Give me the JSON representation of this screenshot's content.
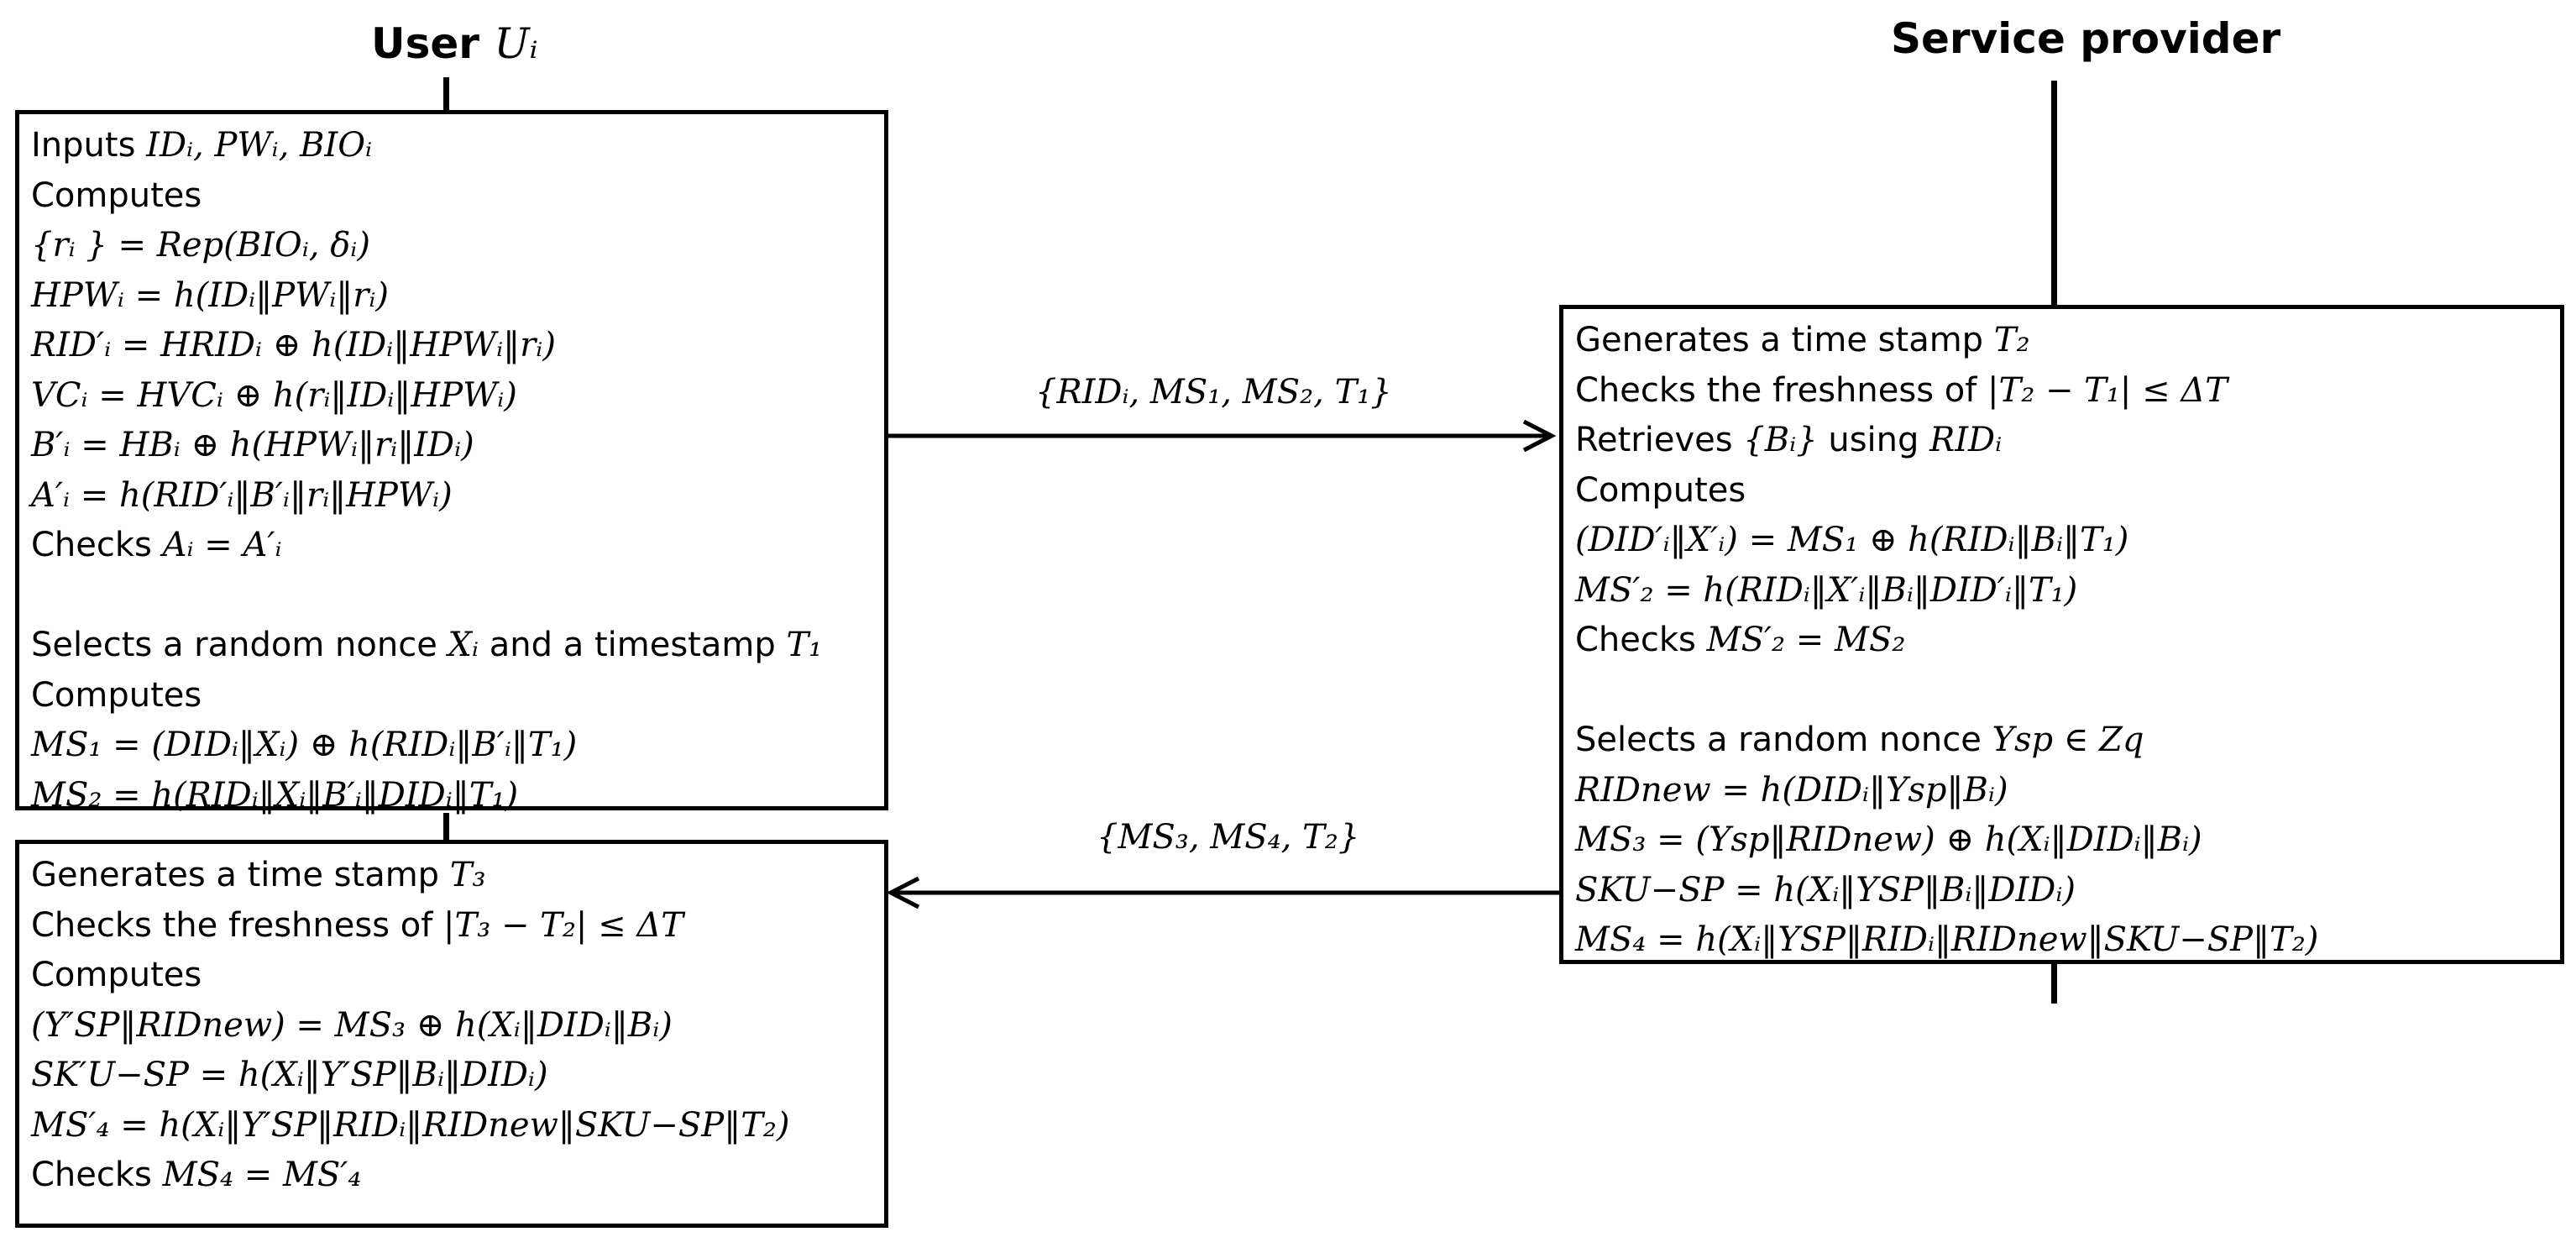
{
  "header": {
    "user_label": "User",
    "user_symbol": "Uᵢ",
    "provider_label": "Service provider"
  },
  "user_login_box": {
    "lines": [
      {
        "text": "Inputs ",
        "math": "IDᵢ, PWᵢ, BIOᵢ"
      },
      {
        "text": "Computes",
        "math": ""
      },
      {
        "text": "",
        "math": "{rᵢ } = Rep(BIOᵢ, δᵢ)"
      },
      {
        "text": "",
        "math": "HPWᵢ = h(IDᵢ‖PWᵢ‖rᵢ)"
      },
      {
        "text": "",
        "math": "RID′ᵢ = HRIDᵢ ⊕ h(IDᵢ‖HPWᵢ‖rᵢ)"
      },
      {
        "text": "",
        "math": "VCᵢ = HVCᵢ ⊕ h(rᵢ‖IDᵢ‖HPWᵢ)"
      },
      {
        "text": "",
        "math": "B′ᵢ = HBᵢ ⊕ h(HPWᵢ‖rᵢ‖IDᵢ)"
      },
      {
        "text": "",
        "math": "A′ᵢ = h(RID′ᵢ‖B′ᵢ‖rᵢ‖HPWᵢ)"
      },
      {
        "text": "Checks ",
        "math": "Aᵢ = A′ᵢ"
      }
    ],
    "lines2": [
      {
        "text": "Selects a random nonce ",
        "math": "Xᵢ",
        "text2": " and a timestamp ",
        "math2": "T₁"
      },
      {
        "text": "Computes",
        "math": "",
        "text2": "",
        "math2": ""
      },
      {
        "text": "",
        "math": "MS₁ = (DIDᵢ‖Xᵢ) ⊕ h(RIDᵢ‖B′ᵢ‖T₁)",
        "text2": "",
        "math2": ""
      },
      {
        "text": "",
        "math": "MS₂ = h(RIDᵢ‖Xᵢ‖B′ᵢ‖DIDᵢ‖T₁)",
        "text2": "",
        "math2": ""
      }
    ]
  },
  "user_verify_box": {
    "lines": [
      {
        "text": "Generates a time stamp ",
        "math": "T₃"
      },
      {
        "text": "Checks the freshness of ",
        "math": "|T₃ − T₂| ≤ ΔT"
      },
      {
        "text": "Computes",
        "math": ""
      },
      {
        "text": "",
        "math": "(Y′SP‖RIDnew) = MS₃ ⊕ h(Xᵢ‖DIDᵢ‖Bᵢ)"
      },
      {
        "text": "",
        "math": "SK′U−SP = h(Xᵢ‖Y′SP‖Bᵢ‖DIDᵢ)"
      },
      {
        "text": "",
        "math": "MS′₄ = h(Xᵢ‖Y′SP‖RIDᵢ‖RIDnew‖SKU−SP‖T₂)"
      },
      {
        "text": "Checks ",
        "math": "MS₄ = MS′₄"
      }
    ]
  },
  "provider_box": {
    "lines": [
      {
        "text": "Generates a time stamp ",
        "math": "T₂"
      },
      {
        "text": "Checks the freshness of ",
        "math": "|T₂ − T₁| ≤ ΔT"
      },
      {
        "text": "Retrieves ",
        "math": "{Bᵢ}",
        "text2": " using ",
        "math2": "RIDᵢ"
      },
      {
        "text": "Computes",
        "math": ""
      },
      {
        "text": "",
        "math": "(DID′ᵢ‖X′ᵢ) = MS₁ ⊕ h(RIDᵢ‖Bᵢ‖T₁)"
      },
      {
        "text": "",
        "math": "MS′₂ = h(RIDᵢ‖X′ᵢ‖Bᵢ‖DID′ᵢ‖T₁)"
      },
      {
        "text": "Checks ",
        "math": "MS′₂ = MS₂"
      }
    ],
    "lines2": [
      {
        "text": "Selects a random nonce ",
        "math": "Ysp ∈ Zq"
      },
      {
        "text": "",
        "math": "RIDnew = h(DIDᵢ‖Ysp‖Bᵢ)"
      },
      {
        "text": "",
        "math": "MS₃ = (Ysp‖RIDnew) ⊕ h(Xᵢ‖DIDᵢ‖Bᵢ)"
      },
      {
        "text": "",
        "math": "SKU−SP = h(Xᵢ‖YSP‖Bᵢ‖DIDᵢ)"
      },
      {
        "text": "",
        "math": "MS₄ = h(Xᵢ‖YSP‖RIDᵢ‖RIDnew‖SKU−SP‖T₂)"
      }
    ]
  },
  "messages": {
    "to_provider": "{RIDᵢ, MS₁, MS₂, T₁}",
    "to_user": "{MS₃, MS₄, T₂}"
  }
}
